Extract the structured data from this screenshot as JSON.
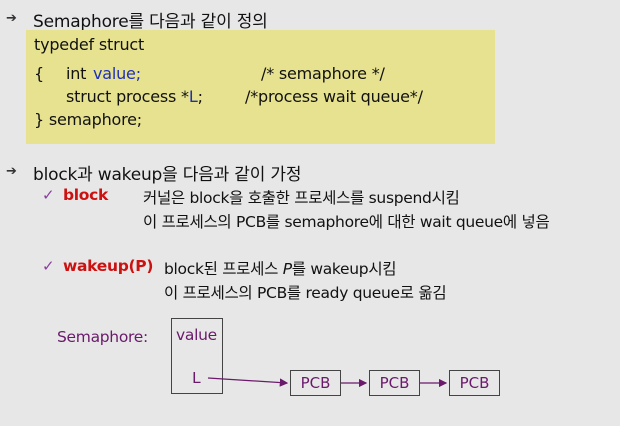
{
  "heading1": "Semaphore를 다음과 같이 정의",
  "code": {
    "line1": "typedef struct",
    "line2_brace": "{",
    "line2_int": "int",
    "line2_value": "value;",
    "line2_comment": "/* semaphore */",
    "line3_struct": "struct process *",
    "line3_L": "L",
    "line3_semi": ";",
    "line3_comment": "/*process wait queue*/",
    "line4": "} semaphore;"
  },
  "heading2": "block과 wakeup을 다음과 같이 가정",
  "block": {
    "keyword": "block",
    "desc1": "커널은 block을 호출한 프로세스를 suspend시킴",
    "desc2": "이 프로세스의 PCB를 semaphore에 대한 wait queue에 넣음"
  },
  "wakeup": {
    "keyword": "wakeup(P)",
    "desc1_pre": "block된 프로세스 ",
    "desc1_P": "P",
    "desc1_post": "를 wakeup시킴",
    "desc2": "이 프로세스의 PCB를 ready queue로 옮김"
  },
  "diagram": {
    "label": "Semaphore:",
    "value_label": "value",
    "L_label": "L",
    "pcb": [
      "PCB",
      "PCB",
      "PCB"
    ]
  },
  "colors": {
    "background": "#e7e7e7",
    "code_box": "#e6e28f",
    "keyword_red": "#cc1111",
    "type_blue": "#1f2fb6",
    "diagram_purple": "#6a1a6a"
  }
}
